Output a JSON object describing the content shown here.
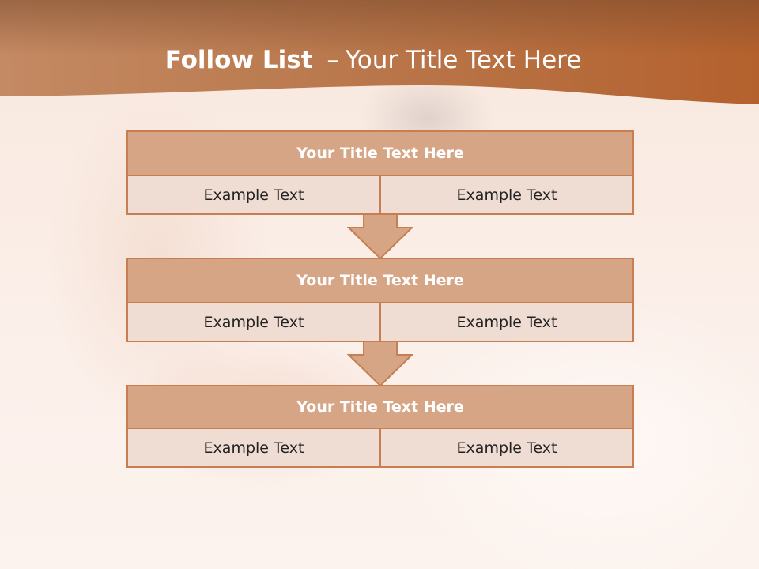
{
  "slide": {
    "title_bold": "Follow List",
    "title_separator": "–",
    "title_rest": "Your Title Text Here"
  },
  "blocks": [
    {
      "title": "Your Title Text Here",
      "cells": [
        "Example Text",
        "Example Text"
      ]
    },
    {
      "title": "Your Title Text Here",
      "cells": [
        "Example Text",
        "Example Text"
      ]
    },
    {
      "title": "Your Title Text Here",
      "cells": [
        "Example Text",
        "Example Text"
      ]
    }
  ],
  "colors": {
    "header_brown": "#b86a3a",
    "title_fill": "#d6a586",
    "cell_fill": "#efdcd3",
    "border": "#c87e50"
  }
}
